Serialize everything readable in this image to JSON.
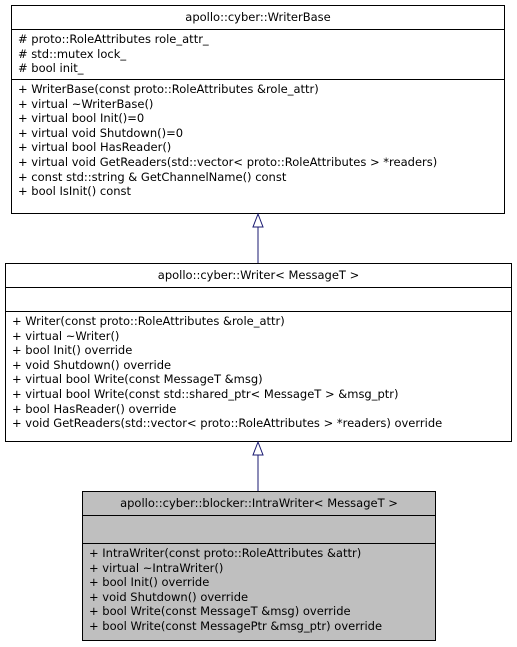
{
  "colors": {
    "border": "#000000",
    "highlight_fill": "#bfbfbf",
    "arrow": "#191970"
  },
  "classes": [
    {
      "name": "apollo::cyber::WriterBase",
      "attributes": [
        "# proto::RoleAttributes role_attr_",
        "# std::mutex lock_",
        "# bool init_"
      ],
      "methods": [
        "+ WriterBase(const proto::RoleAttributes &role_attr)",
        "+ virtual ~WriterBase()",
        "+ virtual bool Init()=0",
        "+ virtual void Shutdown()=0",
        "+ virtual bool HasReader()",
        "+ virtual void GetReaders(std::vector< proto::RoleAttributes > *readers)",
        "+ const std::string & GetChannelName() const",
        "+ bool IsInit() const"
      ]
    },
    {
      "name": "apollo::cyber::Writer< MessageT >",
      "attributes": [],
      "methods": [
        "+ Writer(const proto::RoleAttributes &role_attr)",
        "+ virtual ~Writer()",
        "+ bool Init() override",
        "+ void Shutdown() override",
        "+ virtual bool Write(const MessageT &msg)",
        "+ virtual bool Write(const std::shared_ptr< MessageT > &msg_ptr)",
        "+ bool HasReader() override",
        "+ void GetReaders(std::vector< proto::RoleAttributes > *readers) override"
      ]
    },
    {
      "name": "apollo::cyber::blocker::IntraWriter< MessageT >",
      "attributes": [],
      "methods": [
        "+ IntraWriter(const proto::RoleAttributes &attr)",
        "+ virtual ~IntraWriter()",
        "+ bool Init() override",
        "+ void Shutdown() override",
        "+ bool Write(const MessageT &msg) override",
        "+ bool Write(const MessagePtr &msg_ptr) override"
      ]
    }
  ]
}
